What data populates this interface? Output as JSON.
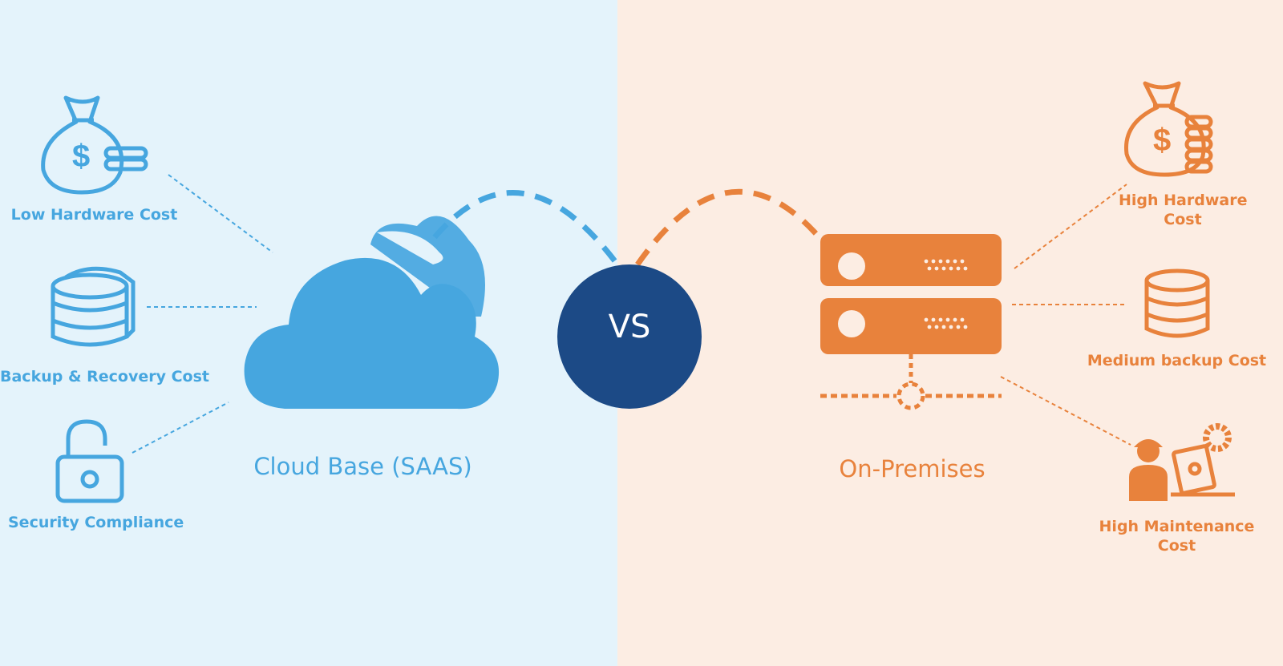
{
  "colors": {
    "left_bg": "#e4f3fb",
    "right_bg": "#fcede3",
    "blue": "#46a6df",
    "orange": "#e8823c",
    "vs_circle": "#1c4a86"
  },
  "left": {
    "title": "Cloud Base (SAAS)",
    "items": [
      {
        "label": "Low Hardware Cost",
        "icon": "money-bag-icon"
      },
      {
        "label": "Backup & Recovery Cost",
        "icon": "database-icon"
      },
      {
        "label": "Security Compliance",
        "icon": "padlock-icon"
      }
    ],
    "main_icon": "cloud-icon"
  },
  "center": {
    "label": "VS"
  },
  "right": {
    "title": "On-Premises",
    "items": [
      {
        "label_line1": "High Hardware",
        "label_line2": "Cost",
        "icon": "money-bag-icon"
      },
      {
        "label_line1": "Medium backup Cost",
        "label_line2": "",
        "icon": "database-icon"
      },
      {
        "label_line1": "High Maintenance",
        "label_line2": "Cost",
        "icon": "technician-icon"
      }
    ],
    "main_icon": "server-icon"
  }
}
